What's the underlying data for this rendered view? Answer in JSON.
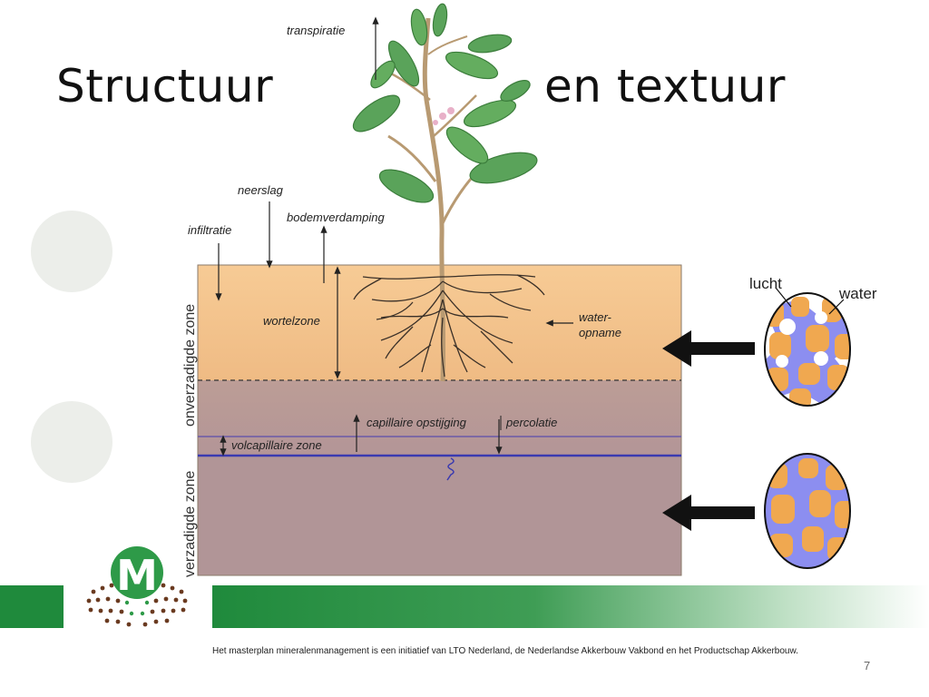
{
  "slide": {
    "title_left": "Structuur",
    "title_right": "en textuur",
    "footer_note": "Het masterplan mineralenmanagement is een initiatief van LTO Nederland, de Nederlandse Akkerbouw Vakbond en het Productschap Akkerbouw.",
    "page_number": "7",
    "logo_letter": "M"
  },
  "diagram": {
    "labels": {
      "transpiration": "transpiratie",
      "precipitation": "neerslag",
      "infiltration": "infiltratie",
      "soil_evaporation": "bodemverdamping",
      "root_zone": "wortelzone",
      "water_uptake_line1": "water-",
      "water_uptake_line2": "opname",
      "capillary_rise": "capillaire opstijging",
      "percolation": "percolatie",
      "capillary_fringe": "volcapillaire zone",
      "unsaturated_zone": "onverzadigde zone",
      "saturated_zone": "verzadigde zone",
      "air": "lucht",
      "water": "water"
    }
  },
  "colors": {
    "unsaturated_soil": "#f5c48b",
    "saturated_soil": "#b19597",
    "water_blue": "#8c8ef0",
    "grain_orange": "#f0a850",
    "logo_green": "#2e9a48",
    "band_green": "#1f8a3c"
  }
}
